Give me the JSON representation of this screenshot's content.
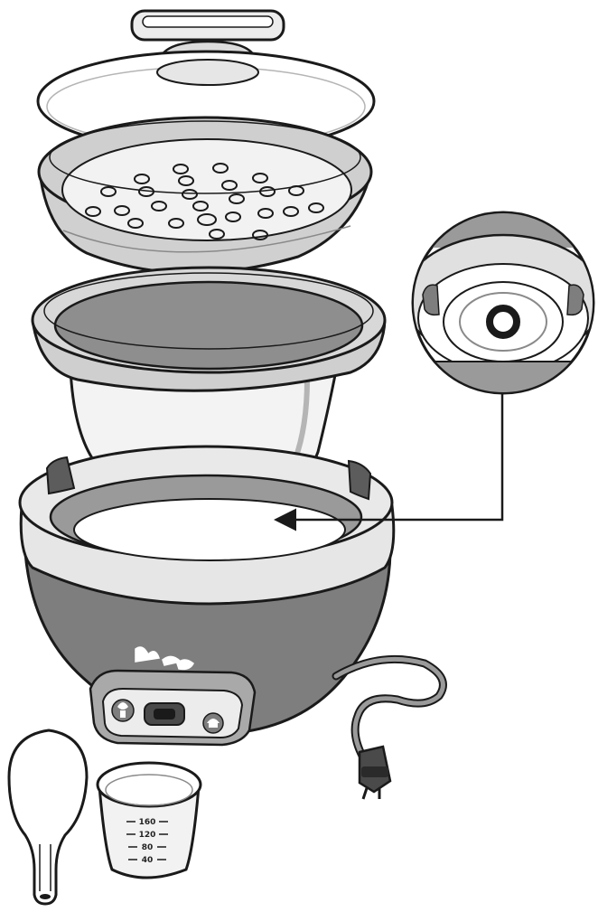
{
  "colors": {
    "ink": "#1a1a1a",
    "light": "#e9e9e9",
    "mid": "#b5b5b5",
    "dark": "#8a8a8a",
    "body": "#7e7e7e",
    "cord": "#9a9a9a",
    "white": "#ffffff"
  },
  "cup": {
    "markings": [
      "160",
      "120",
      "80",
      "40"
    ]
  },
  "icons": [
    "steam-icon",
    "rice-icon",
    "bird-logo-icon"
  ]
}
